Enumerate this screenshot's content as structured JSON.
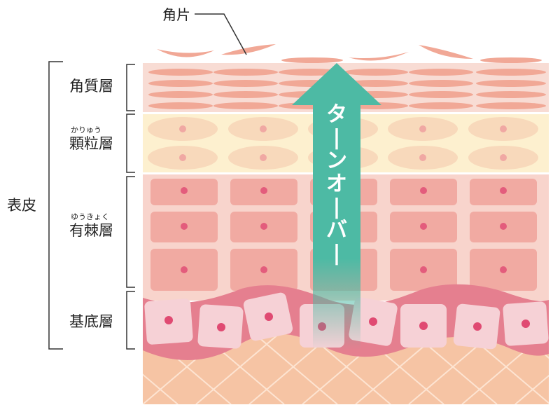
{
  "labels": {
    "flake": "角片",
    "stratum_corneum": "角質層",
    "stratum_granulosum": "顆粒層",
    "stratum_granulosum_ruby": "かりゅう",
    "stratum_spinosum": "有棘層",
    "stratum_spinosum_ruby": "ゆうきょく",
    "stratum_basale": "基底層",
    "epidermis": "表皮"
  },
  "arrow": {
    "text": "ターンオーバー"
  },
  "colors": {
    "corneum_bg": "#f8dcd4",
    "corneum_cell": "#f1a896",
    "granular_bg": "#fdf0cf",
    "granular_cell": "#f8d9bb",
    "granular_nucleus": "#f0a8a3",
    "spinous_bg": "#f8d4cc",
    "spinous_cell": "#f1aaa2",
    "spinous_nucleus": "#e35c7c",
    "basal_band": "#e57f8f",
    "basal_cell": "#f6d1d6",
    "basal_nucleus": "#e04a72",
    "dermis": "#f6c4a4",
    "dermis_lines": "#fde4d2",
    "arrow": "#4dbaa4",
    "bracket": "#333333"
  }
}
